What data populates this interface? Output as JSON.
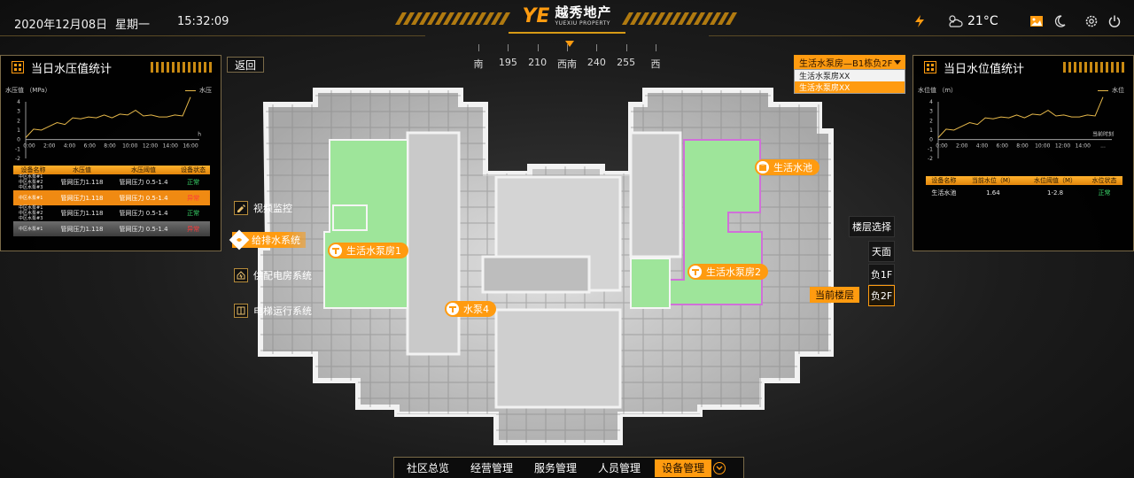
{
  "header": {
    "date": "2020年12月08日",
    "weekday": "星期一",
    "time": "15:32:09",
    "logo_mark": "YE",
    "logo_cn": "越秀地产",
    "logo_en": "YUEXIU PROPERTY",
    "temperature": "21°C",
    "icons": [
      "lightning-icon",
      "weather-cloud-sun-icon",
      "image-icon",
      "moon-icon",
      "gear-icon",
      "power-icon"
    ]
  },
  "compass": [
    "南",
    "195",
    "210",
    "西南",
    "240",
    "255",
    "西"
  ],
  "left_panel": {
    "title": "当日水压值统计",
    "y_title": "水压值 （MPa）",
    "legend": "水压",
    "columns": [
      "设备名称",
      "水压值",
      "水压阈值",
      "设备状态"
    ],
    "rows": [
      {
        "devices": [
          "中区水泵#1",
          "中区水泵#2",
          "中区水泵#3"
        ],
        "value": "管网压力1.118",
        "threshold": "管网压力  0.5-1.4",
        "status": "正常",
        "style": "normal"
      },
      {
        "devices": [
          "中区水泵#1"
        ],
        "value": "管网压力1.118",
        "threshold": "管网压力  0.5-1.4",
        "status": "异常",
        "style": "orange"
      },
      {
        "devices": [
          "中区水泵#1",
          "中区水泵#2",
          "中区水泵#3"
        ],
        "value": "管网压力1.118",
        "threshold": "管网压力  0.5-1.4",
        "status": "正常",
        "style": "normal"
      },
      {
        "devices": [
          "中区水泵#1"
        ],
        "value": "管网压力1.118",
        "threshold": "管网压力  0.5-1.4",
        "status": "异常",
        "style": "gray"
      }
    ]
  },
  "right_panel": {
    "title": "当日水位值统计",
    "y_title": "水位值 （m）",
    "legend": "水位",
    "columns": [
      "设备名称",
      "当前水位（M）",
      "水位阈值（M）",
      "水位状态"
    ],
    "rows": [
      {
        "device": "生活水池",
        "value": "1.64",
        "threshold": "1-2.8",
        "status": "正常"
      }
    ]
  },
  "chart_data": [
    {
      "type": "line",
      "ylabel": "水压值 （MPa）",
      "xlabel": "h",
      "x": [
        "0:00",
        "2:00",
        "4:00",
        "6:00",
        "8:00",
        "10:00",
        "12:00",
        "14:00",
        "16:00"
      ],
      "series": [
        {
          "name": "水压",
          "values": [
            0.2,
            1.1,
            1.0,
            1.4,
            1.8,
            1.6,
            2.3,
            2.2,
            2.4,
            2.3,
            2.6,
            2.3,
            2.7,
            2.6,
            3.1,
            2.5,
            2.6,
            2.4,
            2.4,
            2.6,
            2.5,
            4.5
          ]
        }
      ],
      "ylim": [
        -2,
        4
      ],
      "yticks": [
        "4",
        "3",
        "2",
        "1",
        "0",
        "-1",
        "-2"
      ]
    },
    {
      "type": "line",
      "ylabel": "水位值 （m）",
      "xlabel": "当前时刻",
      "x": [
        "0:00",
        "2:00",
        "4:00",
        "6:00",
        "8:00",
        "10:00",
        "12:00",
        "14:00",
        "..."
      ],
      "series": [
        {
          "name": "水位",
          "values": [
            0.2,
            1.1,
            1.0,
            1.4,
            1.8,
            1.6,
            2.3,
            2.2,
            2.4,
            2.3,
            2.6,
            2.3,
            2.7,
            2.6,
            3.1,
            2.5,
            2.6,
            2.4,
            2.4,
            2.6,
            2.5,
            4.5
          ]
        }
      ],
      "ylim": [
        -2,
        4
      ],
      "yticks": [
        "4",
        "3",
        "2",
        "1",
        "0",
        "-1",
        "-2"
      ]
    }
  ],
  "back_button": "返回",
  "dropdown": {
    "selected": "生活水泵房—B1栋负2F",
    "options": [
      "生活水泵房XX",
      "生活水泵房XX"
    ],
    "selected_option_index": 1
  },
  "systems": [
    {
      "label": "视频监控",
      "icon": "video-pen-icon"
    },
    {
      "label": "给排水系统",
      "icon": "water-drainage-icon"
    },
    {
      "label": "供配电房系统",
      "icon": "power-house-icon"
    },
    {
      "label": "电梯运行系统",
      "icon": "elevator-icon"
    }
  ],
  "active_system_index": 1,
  "floors": {
    "title": "楼层选择",
    "items": [
      "天面",
      "负1F",
      "负2F"
    ],
    "current_index": 2,
    "current_label": "当前楼层"
  },
  "map_labels": [
    {
      "text": "生活水池",
      "icon": "water-tank-icon"
    },
    {
      "text": "生活水泵房1",
      "icon": "pump-icon"
    },
    {
      "text": "生活水泵房2",
      "icon": "pump-icon"
    },
    {
      "text": "水泵4",
      "icon": "pump-icon"
    }
  ],
  "colors": {
    "accent": "#ff9b10",
    "room_highlight": "#9ee59a",
    "ok": "#3ad86a",
    "alarm": "#ff3a3a"
  },
  "bottom_nav": [
    "社区总览",
    "经营管理",
    "服务管理",
    "人员管理",
    "设备管理"
  ],
  "bottom_nav_active": 4
}
